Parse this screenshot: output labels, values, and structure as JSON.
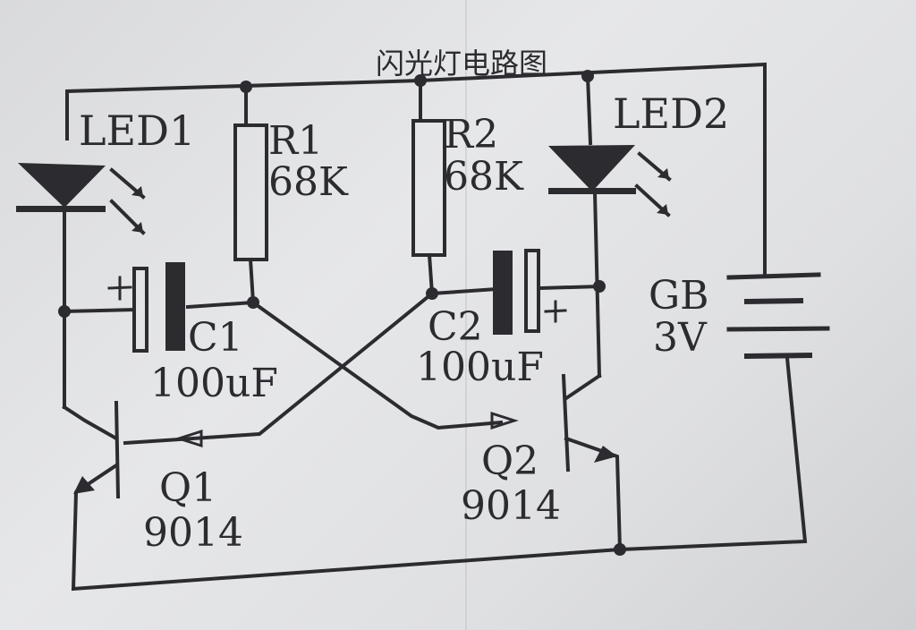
{
  "title": "闪光灯电路图",
  "components": {
    "led1": {
      "label": "LED1"
    },
    "led2": {
      "label": "LED2"
    },
    "r1": {
      "label": "R1",
      "value": "68K"
    },
    "r2": {
      "label": "R2",
      "value": "68K"
    },
    "c1": {
      "label": "C1",
      "value": "100uF"
    },
    "c2": {
      "label": "C2",
      "value": "100uF"
    },
    "q1": {
      "label": "Q1",
      "value": "9014"
    },
    "q2": {
      "label": "Q2",
      "value": "9014"
    },
    "battery": {
      "label": "GB",
      "value": "3V"
    }
  },
  "colors": {
    "ink": "#2b2b30",
    "paper": "#e2e3e5"
  }
}
